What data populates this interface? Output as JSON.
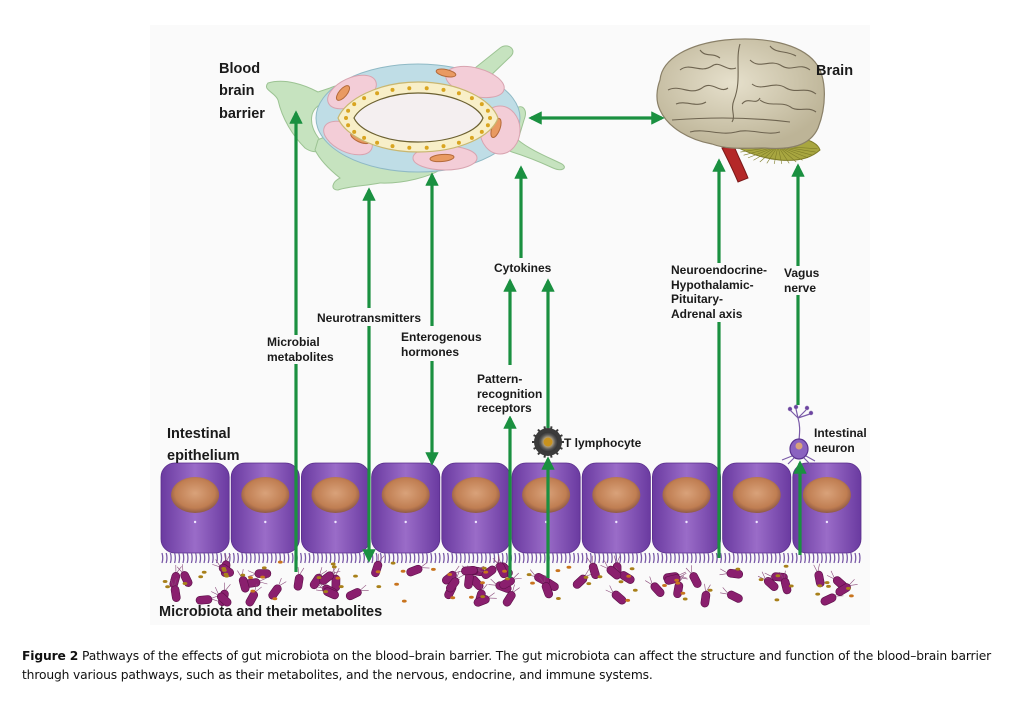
{
  "figure": {
    "labels": {
      "blood_brain_barrier": "Blood\nbrain\nbarrier",
      "brain": "Brain",
      "cytokines": "Cytokines",
      "neuroendocrine": "Neuroendocrine-\nHypothalamic-\nPituitary-\nAdrenal axis",
      "vagus_nerve": "Vagus\nnerve",
      "neurotransmitters": "Neurotransmitters",
      "microbial_metabolites": "Microbial\nmetabolites",
      "enterogenous_hormones": "Enterogenous\nhormones",
      "pattern_recognition": "Pattern-\nrecognition\nreceptors",
      "t_lymphocyte": "T lymphocyte",
      "intestinal_epithelium": "Intestinal\nepithelium",
      "intestinal_neuron": "Intestinal\nneuron",
      "microbiota": "Microbiota and their metabolites"
    },
    "pathways": [
      {
        "name": "microbial-metabolites",
        "direction": "up",
        "target": "blood brain barrier"
      },
      {
        "name": "neurotransmitters",
        "direction": "bidirectional",
        "target": "blood brain barrier"
      },
      {
        "name": "enterogenous-hormones",
        "direction": "bidirectional",
        "target": "blood brain barrier"
      },
      {
        "name": "pattern-recognition-receptors",
        "direction": "up",
        "target": "cytokines"
      },
      {
        "name": "t-lymphocyte",
        "direction": "up",
        "target": "cytokines"
      },
      {
        "name": "cytokines",
        "direction": "up",
        "target": "blood brain barrier"
      },
      {
        "name": "bbb-brain",
        "direction": "bidirectional",
        "target": "brain"
      },
      {
        "name": "neuroendocrine-hpa-axis",
        "direction": "up",
        "target": "brain"
      },
      {
        "name": "vagus-nerve",
        "direction": "up",
        "target": "brain"
      }
    ],
    "epithelial_cell_count": 10,
    "colors": {
      "arrow": "#1a9040",
      "epithelium": "#7a4ab0",
      "nucleus": "#c98a5a",
      "bacteria": "#8a1f6e",
      "astrocyte": "#c6e3bf",
      "brain": "#d6cfb8",
      "cerebellum": "#a8a640",
      "brainstem": "#b42828"
    }
  },
  "caption": {
    "label": "Figure 2",
    "text": " Pathways of the effects of gut microbiota on the blood–brain barrier. The gut microbiota can affect the structure and function of the blood–brain barrier through various pathways, such as their metabolites, and the nervous, endocrine, and immune systems."
  }
}
